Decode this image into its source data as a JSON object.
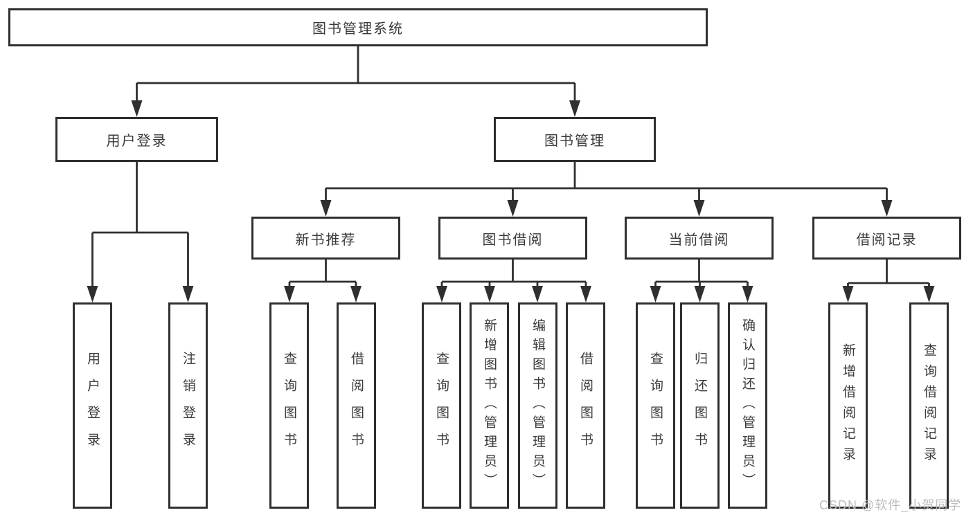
{
  "diagram": {
    "root": "图书管理系统",
    "level2": [
      "用户登录",
      "图书管理"
    ],
    "level3": [
      "新书推荐",
      "图书借阅",
      "当前借阅",
      "借阅记录"
    ],
    "leaves": [
      "用户登录",
      "注销登录",
      "查询图书",
      "借阅图书",
      "查询图书",
      "新增图书（管理员）",
      "编辑图书（管理员）",
      "借阅图书",
      "查询图书",
      "归还图书",
      "确认归还（管理员）",
      "新增借阅记录",
      "查询借阅记录"
    ],
    "watermark": "CSDN @软件_小贺同学",
    "colors": {
      "line": "#2f2f2f",
      "text": "#3a3a3a",
      "watermark": "#bdbdbd",
      "background": "#ffffff"
    }
  }
}
